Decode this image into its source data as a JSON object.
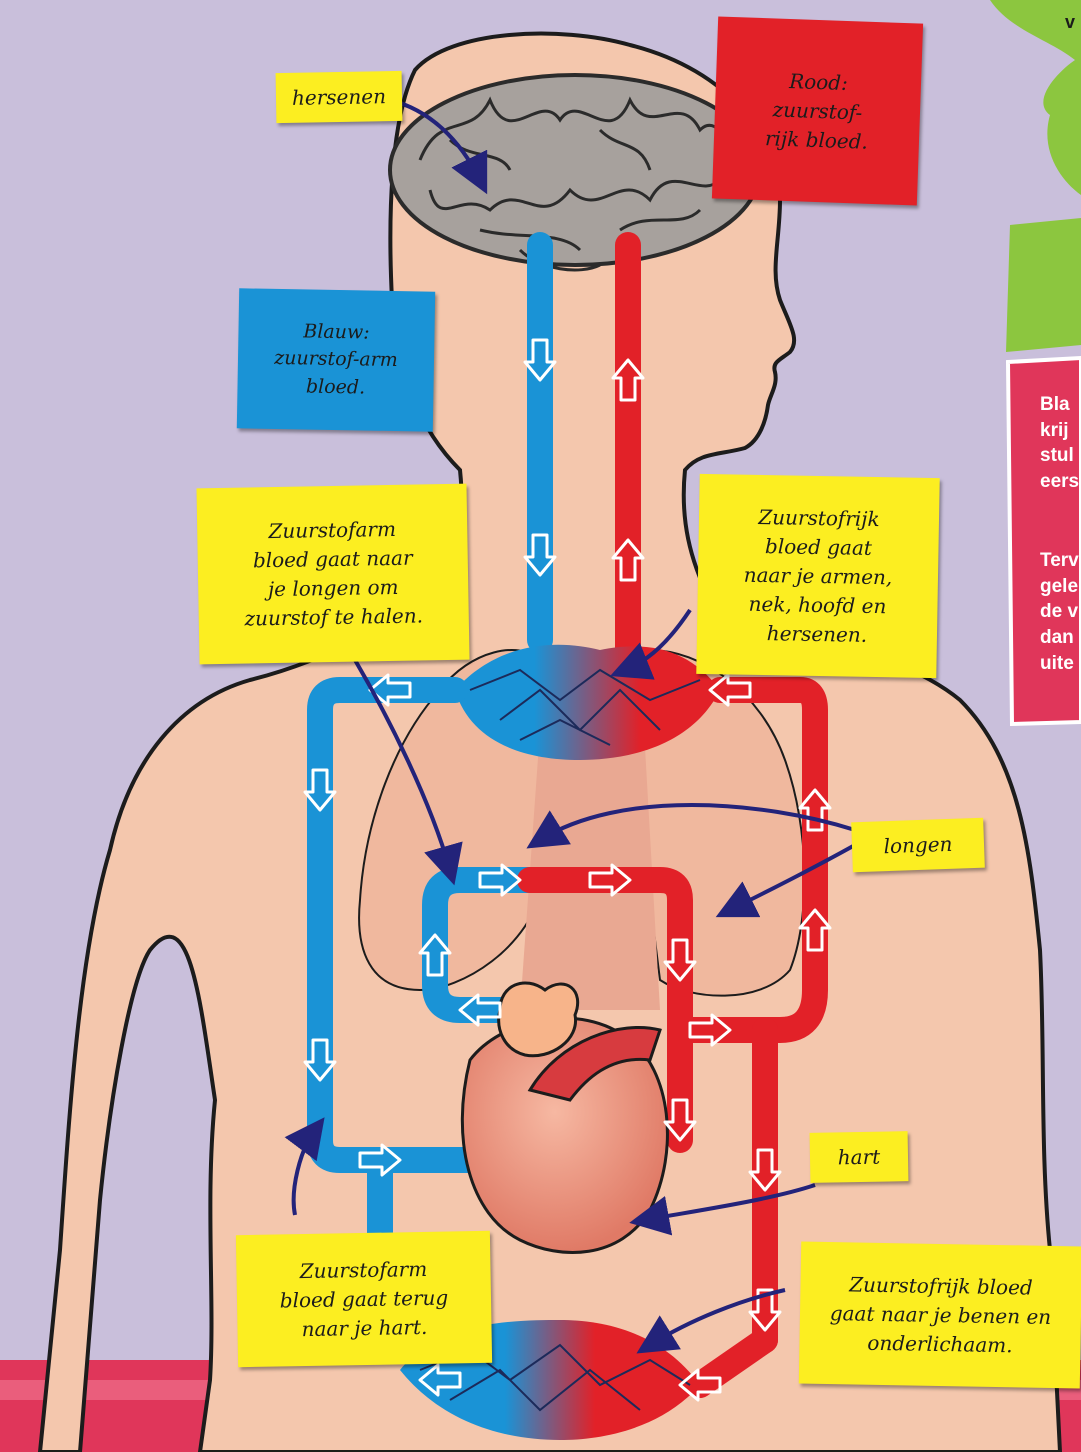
{
  "labels": {
    "brain": "hersenen",
    "red_legend": "Rood:\nzuurstof-\nrijk bloed.",
    "blue_legend": "Blauw:\nzuurstof-arm\nbloed.",
    "to_lungs": "Zuurstofarm\nbloed gaat naar\nje longen om\nzuurstof te halen.",
    "to_head": "Zuurstofrijk\nbloed gaat\nnaar je armen,\nnek, hoofd en\nhersenen.",
    "lungs": "longen",
    "heart": "hart",
    "back_to_heart": "Zuurstofarm\nbloed gaat terug\nnaar je hart.",
    "to_legs": "Zuurstofrijk bloed\ngaat naar je benen en\nonderlichaam."
  },
  "sidebar": {
    "top_text": "v",
    "side_text_1": "Bla\nkrij\nstul\neers",
    "side_text_2": "Terv\ngele\nde v\ndan\nuite"
  },
  "colors": {
    "background": "#c9bfdb",
    "skin": "#f4c7ad",
    "oxygen_rich": "#e22128",
    "oxygen_poor": "#1a93d6",
    "note_yellow": "#fcee21",
    "green_panel": "#8cc63f",
    "pink_panel": "#e0365a"
  }
}
